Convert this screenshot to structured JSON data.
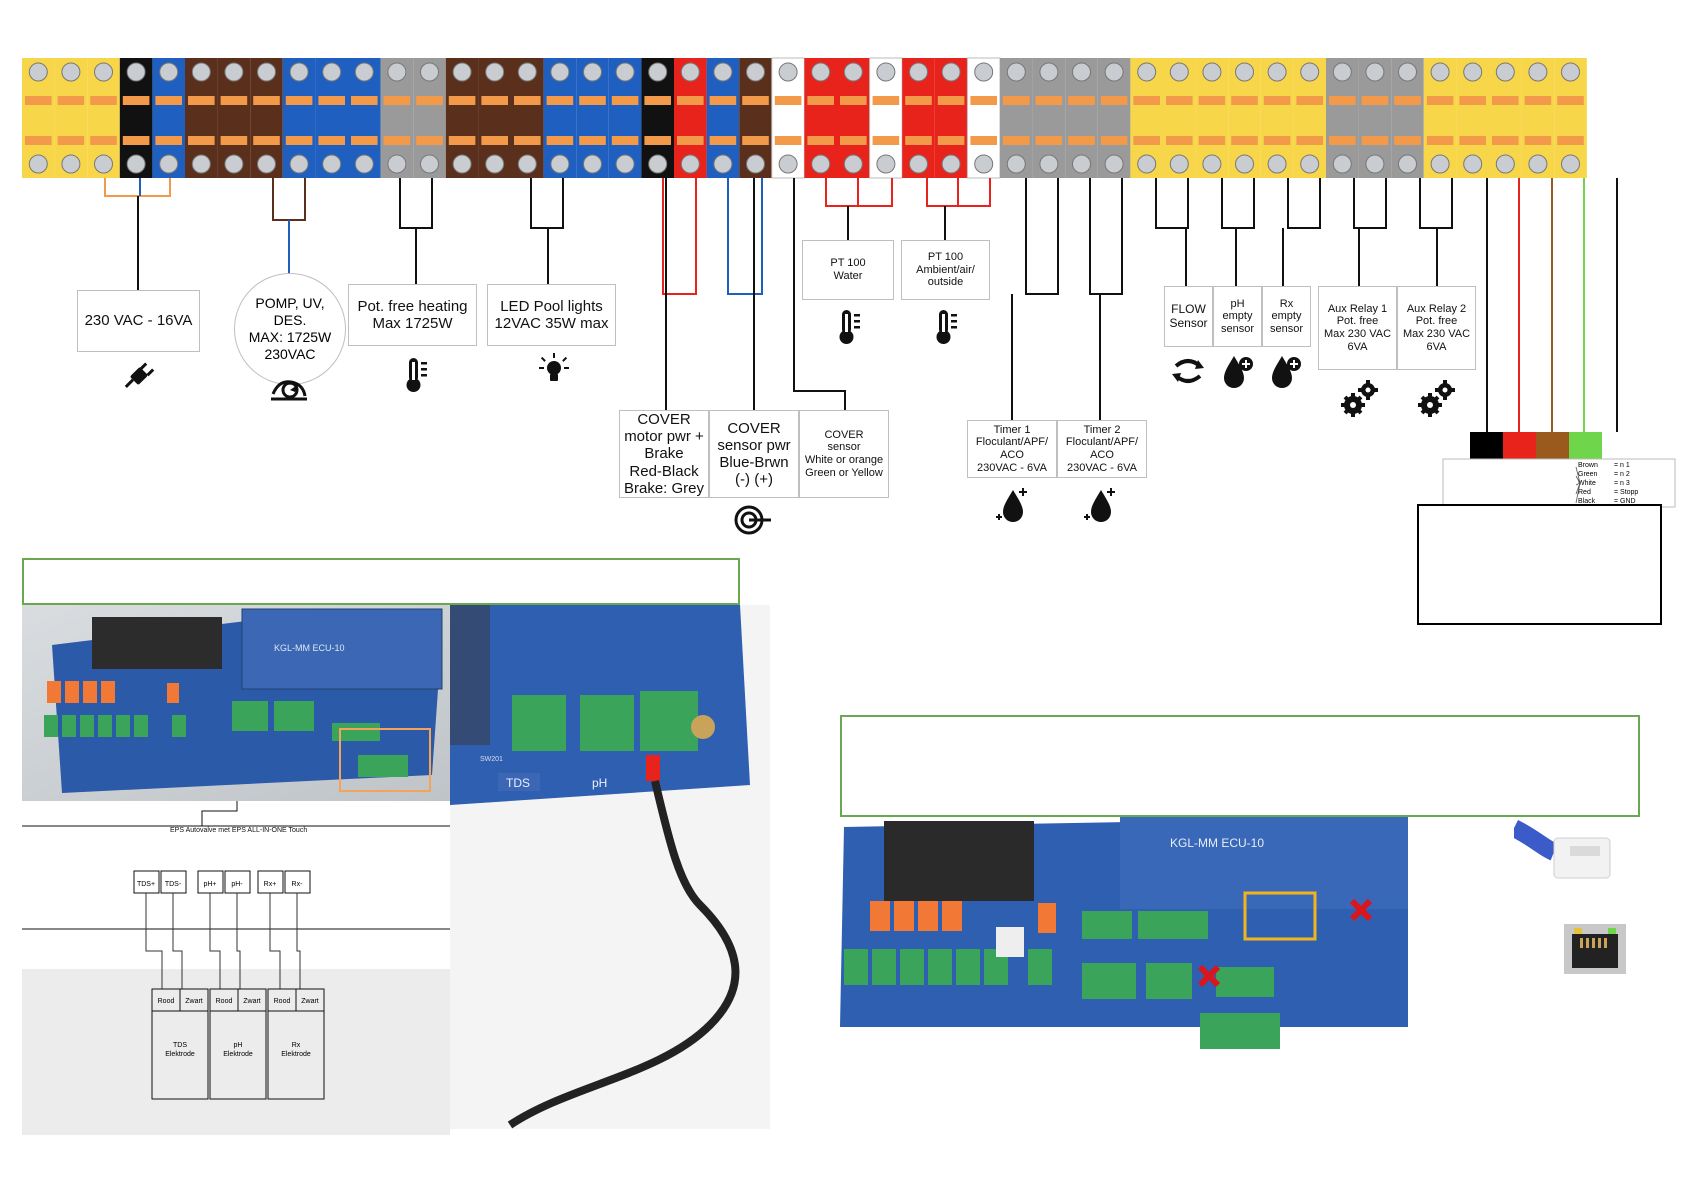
{
  "terminal_colors": {
    "yellow": "#f7d64a",
    "black": "#111111",
    "blue": "#1f5fc0",
    "brown": "#5a2f1c",
    "grey": "#9a9a9a",
    "red": "#e8231c",
    "white": "#ffffff",
    "orange": "#f39a4a"
  },
  "terminal_blocks": [
    "yellow",
    "yellow",
    "yellow",
    "black",
    "blue",
    "brown",
    "brown",
    "brown",
    "blue",
    "blue",
    "blue",
    "grey",
    "grey",
    "brown",
    "brown",
    "brown",
    "blue",
    "blue",
    "blue",
    "black",
    "red",
    "blue",
    "brown",
    "white",
    "red",
    "red",
    "white",
    "red",
    "red",
    "white",
    "grey",
    "grey",
    "grey",
    "grey",
    "yellow",
    "yellow",
    "yellow",
    "yellow",
    "yellow",
    "yellow",
    "grey",
    "grey",
    "grey",
    "yellow",
    "yellow",
    "yellow",
    "yellow",
    "yellow"
  ],
  "labels": {
    "power": "230 VAC - 16VA",
    "pump": [
      "POMP, UV,",
      "DES.",
      "MAX: 1725W",
      "230VAC"
    ],
    "heating": [
      "Pot. free heating",
      "Max 1725W"
    ],
    "led": [
      "LED Pool lights",
      "12VAC 35W max"
    ],
    "pt100_water": [
      "PT 100",
      "Water"
    ],
    "pt100_ambient": [
      "PT 100",
      "Ambient/air/",
      "outside"
    ],
    "cover_motor": [
      "COVER",
      "motor pwr +",
      "Brake",
      "Red-Black",
      "Brake: Grey"
    ],
    "cover_sensor_pwr": [
      "COVER",
      "sensor pwr",
      "Blue-Brwn",
      "(-)    (+)"
    ],
    "cover_sensor": [
      "COVER",
      "sensor",
      "White or orange",
      "Green or Yellow"
    ],
    "timer1": [
      "Timer 1",
      "Floculant/APF/",
      "ACO",
      "230VAC - 6VA"
    ],
    "timer2": [
      "Timer 2",
      "Floculant/APF/",
      "ACO",
      "230VAC - 6VA"
    ],
    "flow": [
      "FLOW",
      "Sensor"
    ],
    "ph_empty": [
      "pH",
      "empty",
      "sensor"
    ],
    "rx_empty": [
      "Rx",
      "empty",
      "sensor"
    ],
    "aux1": [
      "Aux Relay 1",
      "Pot. free",
      "Max 230 VAC",
      "6VA"
    ],
    "aux2": [
      "Aux Relay 2",
      "Pot. free",
      "Max 230 VAC",
      "6VA"
    ]
  },
  "cable_legend": [
    {
      "name": "Brown",
      "value": "= n 1"
    },
    {
      "name": "Green",
      "value": "= n 2"
    },
    {
      "name": "White",
      "value": "= n 3"
    },
    {
      "name": "Red",
      "value": "= Stopp"
    },
    {
      "name": "Black",
      "value": "= GND"
    }
  ],
  "cable_colors": [
    "#000000",
    "#e8231c",
    "#9a5a1e",
    "#6fd54a",
    "#ffffff"
  ],
  "wiring": {
    "caption": "EPS Autovalve met EPS ALL-IN-ONE Touch",
    "terminals": [
      "TDS+",
      "TDS-",
      "pH+",
      "pH-",
      "Rx+",
      "Rx-"
    ],
    "wires": [
      "Rood",
      "Zwart",
      "Rood",
      "Zwart",
      "Rood",
      "Zwart"
    ],
    "electrodes": [
      [
        "TDS",
        "Elektrode"
      ],
      [
        "pH",
        "Elektrode"
      ],
      [
        "Rx",
        "Elektrode"
      ]
    ]
  },
  "board": {
    "title": "KGL-MM ECU-10",
    "closeup_labels": [
      "TDS",
      "pH",
      "SW201"
    ]
  }
}
